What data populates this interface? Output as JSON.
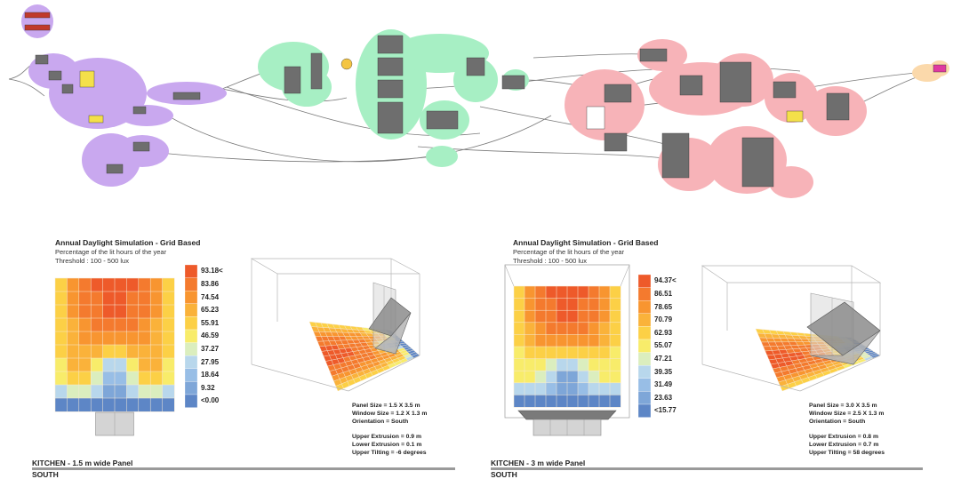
{
  "colors": {
    "purple_group": "#c9a8ef",
    "green_group": "#a7efc4",
    "red_group": "#f7b3b8",
    "orange_group": "#fbd9ab",
    "node": "#6e6e6e",
    "wire": "#7a7a7a"
  },
  "left": {
    "title": "Annual Daylight Simulation - Grid Based",
    "subtitle": "Percentage of the lit hours of the year",
    "threshold": "Threshold : 100 - 500 lux",
    "legend": [
      "93.18<",
      "83.86",
      "74.54",
      "65.23",
      "55.91",
      "46.59",
      "37.27",
      "27.95",
      "18.64",
      "9.32",
      "<0.00"
    ],
    "panel_size": "Panel Size = 1.5 X 3.5 m",
    "window_size": "Window Size = 1.2 X 1.3 m",
    "orientation": "Orientation = South",
    "upper_extrusion": "Upper Extrusion = 0.9 m",
    "lower_extrusion": "Lower Extrusion = 0.1 m",
    "upper_tilting": "Upper Tilting =  -6 degrees",
    "footer_title": "KITCHEN - 1.5 m  wide Panel",
    "footer_sub": "SOUTH"
  },
  "right": {
    "title": "Annual Daylight Simulation - Grid Based",
    "subtitle": "Percentage of the lit hours of the year",
    "threshold": "Threshold : 100 - 500 lux",
    "legend": [
      "94.37<",
      "86.51",
      "78.65",
      "70.79",
      "62.93",
      "55.07",
      "47.21",
      "39.35",
      "31.49",
      "23.63",
      "<15.77"
    ],
    "panel_size": "Panel Size = 3.0 X 3.5 m",
    "window_size": "Window Size = 2.5 X 1.3 m",
    "orientation": "Orientation = South",
    "upper_extrusion": "Upper Extrusion = 0.8 m",
    "lower_extrusion": "Lower Extrusion = 0.7 m",
    "upper_tilting": "Upper Tilting =  58 degrees",
    "footer_title": "KITCHEN - 3 m wide Panel",
    "footer_sub": "SOUTH"
  },
  "legend_colors": [
    "#ee5a2a",
    "#f47a2e",
    "#f89530",
    "#fab23a",
    "#fcd046",
    "#f8ec6a",
    "#dbeebe",
    "#b8d7ec",
    "#98bee6",
    "#7ea6d8",
    "#5d86c6"
  ]
}
